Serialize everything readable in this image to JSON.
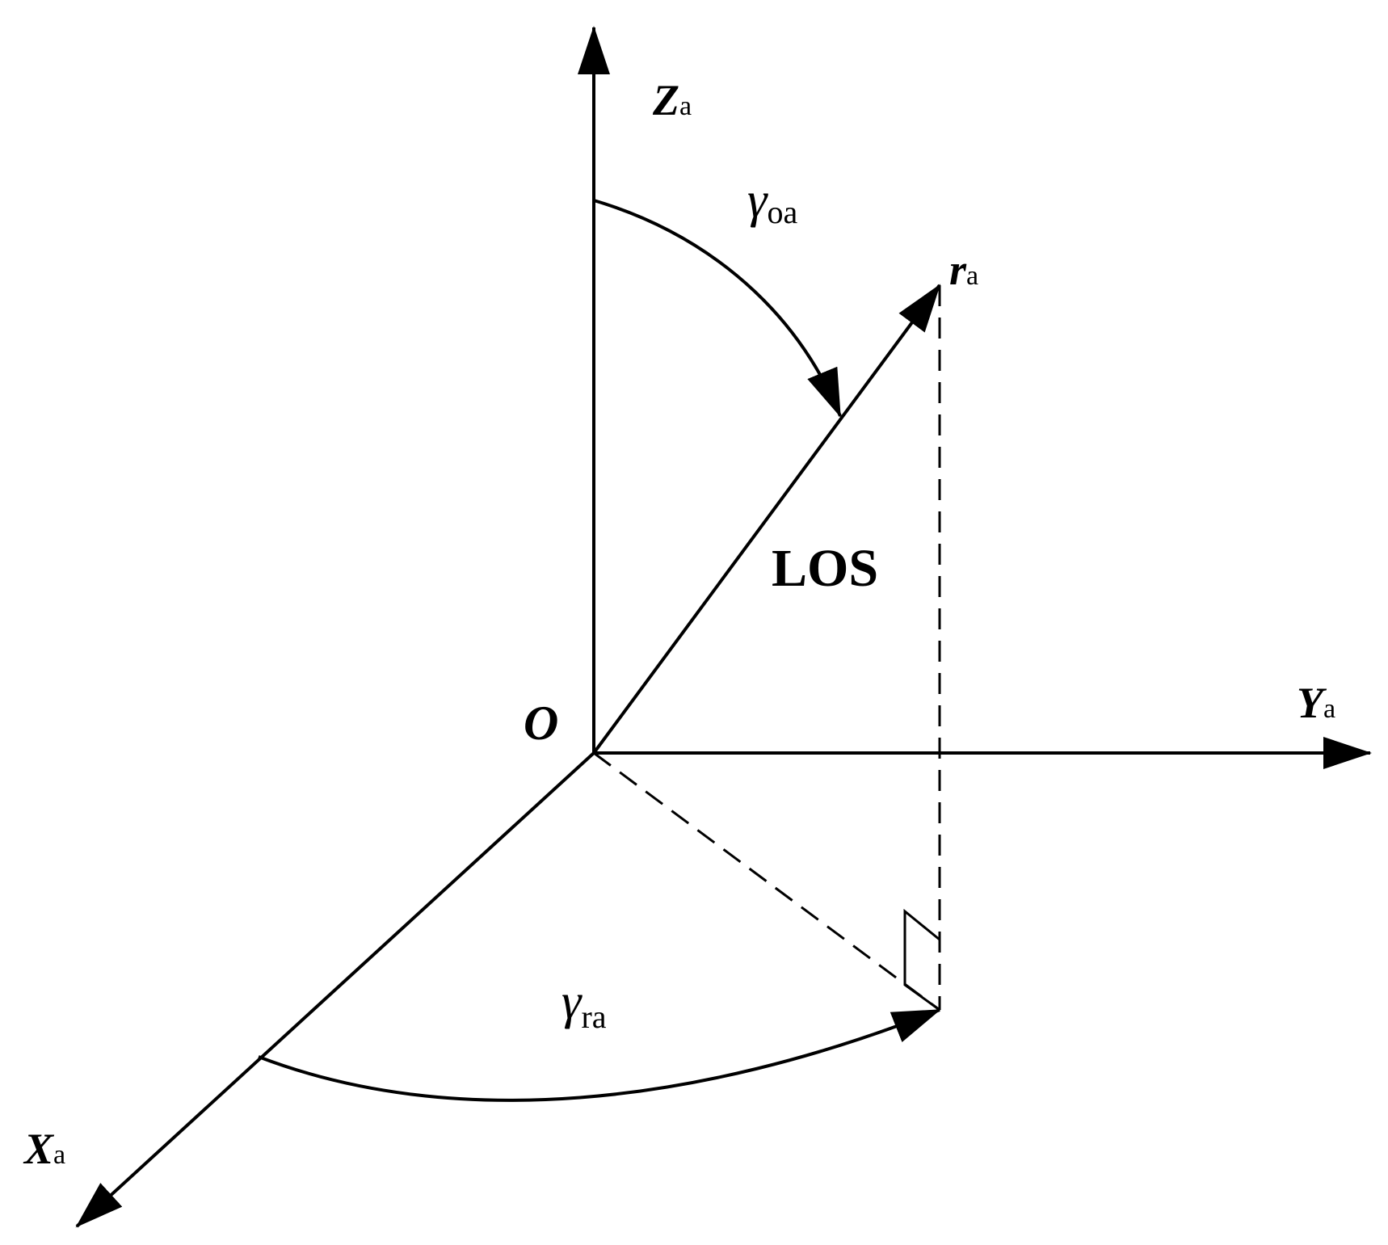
{
  "labels": {
    "z_axis": {
      "main": "Z",
      "sub": "a"
    },
    "y_axis": {
      "main": "Y",
      "sub": "a"
    },
    "x_axis": {
      "main": "X",
      "sub": "a"
    },
    "r_vector": {
      "main": "r",
      "sub": "a"
    },
    "origin": "O",
    "los": "LOS",
    "gamma_oa": {
      "main": "γ",
      "sub": "oa"
    },
    "gamma_ra": {
      "main": "γ",
      "sub": "ra"
    }
  },
  "colors": {
    "stroke": "#000000",
    "background": "#ffffff"
  }
}
